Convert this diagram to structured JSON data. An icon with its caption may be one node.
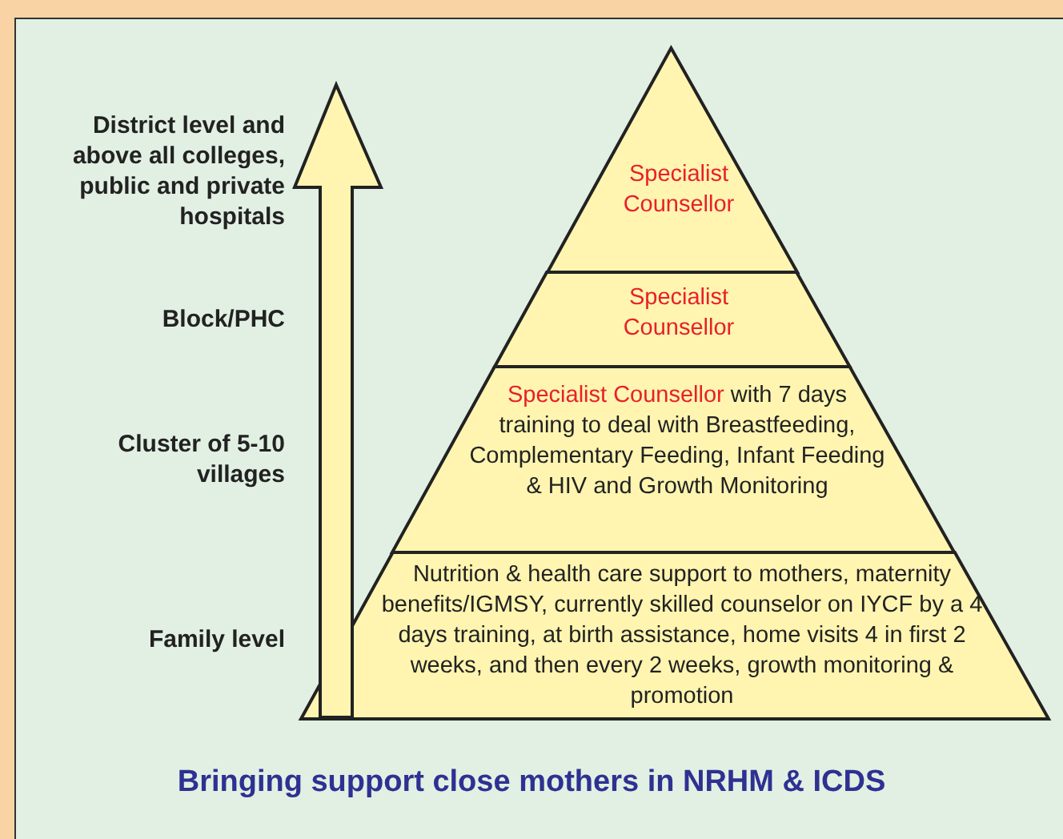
{
  "diagram": {
    "caption": "Bringing support close mothers in NRHM & ICDS",
    "nodes": [
      {
        "text": [
          "Specialist Counsellor"
        ]
      },
      {
        "text": [
          "Specialist Counsellor"
        ]
      },
      {
        "text": [
          "Specialist Counsellor",
          "with 7 days training to deal with Breastfeeding, Complementary Feeding, Infant Feeding & HIV and Growth Monitoring"
        ]
      },
      {
        "text": [
          "Nutrition & health care support to mothers, maternity benefits/IGMSY, currently skilled counselor on IYCF by a 4 days training, at birth assistance, home visits 4 in first 2 weeks, and then every 2 weeks, growth monitoring & promotion"
        ]
      }
    ],
    "edges": [],
    "labels": [
      "District level and above all colleges, public and private hospitals",
      "Block/PHC",
      "Cluster of 5-10 villages",
      "Family level"
    ]
  }
}
